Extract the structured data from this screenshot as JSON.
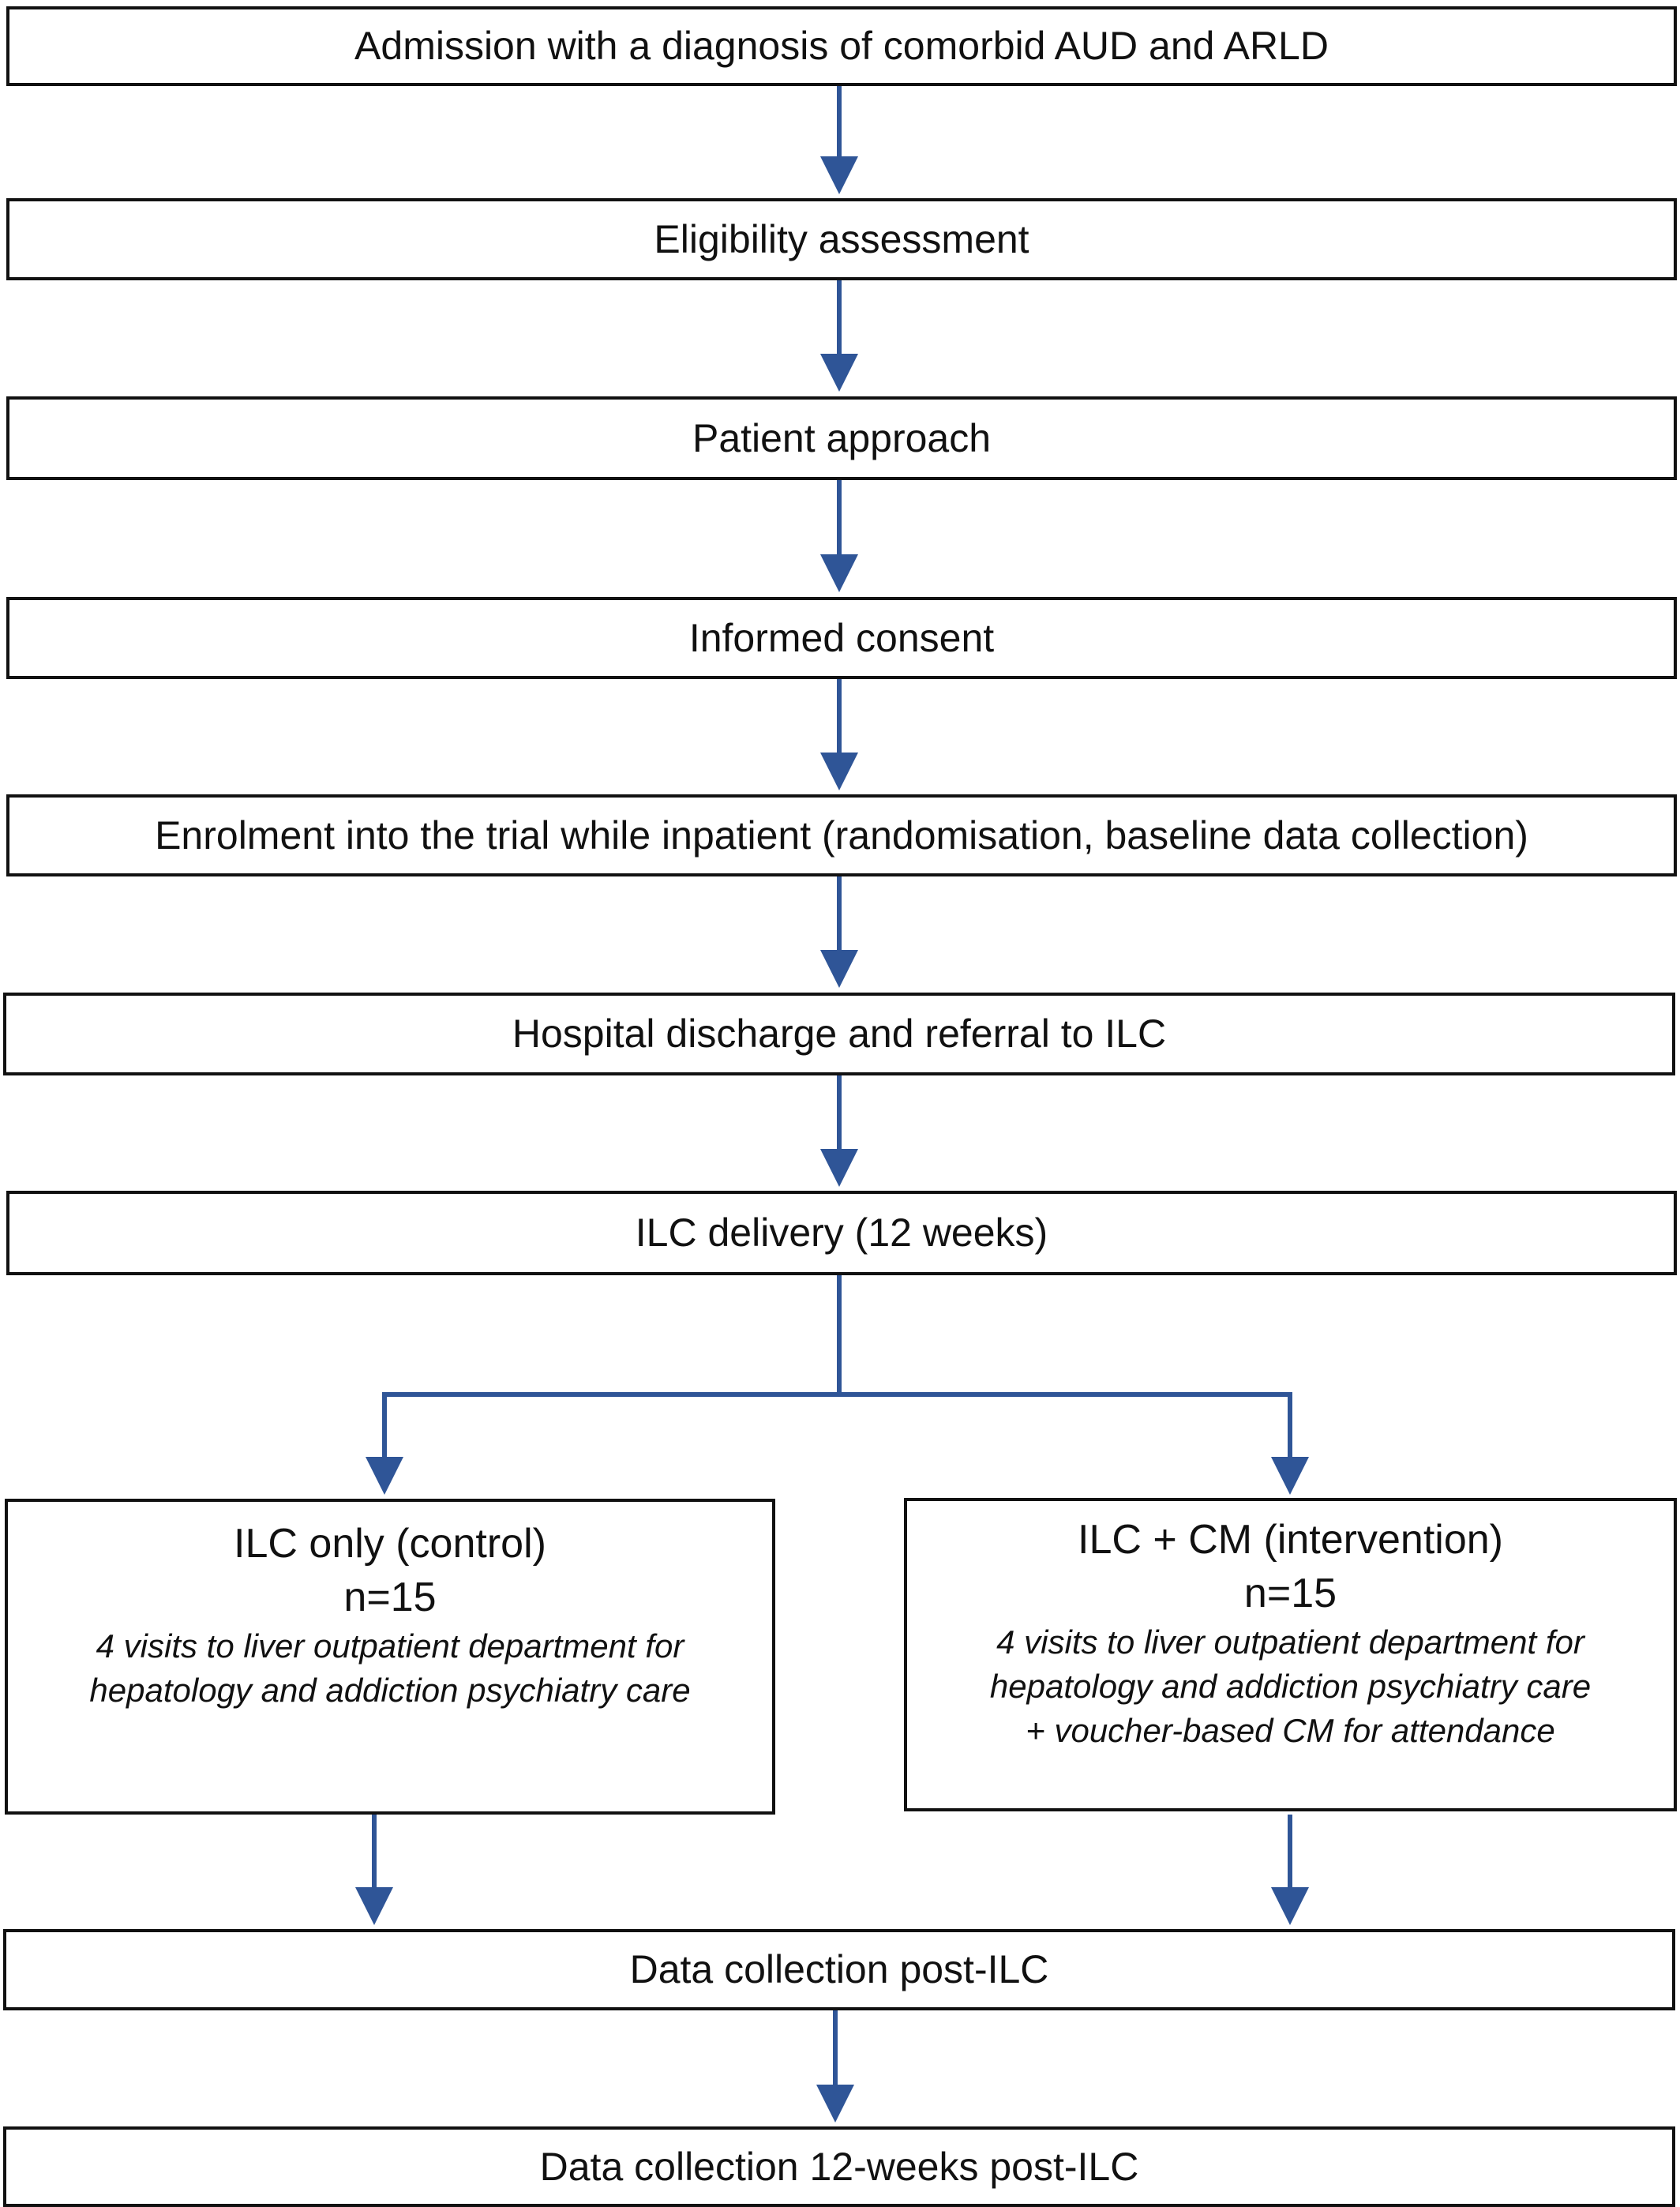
{
  "steps": [
    "Admission with a diagnosis of comorbid AUD and ARLD",
    "Eligibility assessment",
    "Patient approach",
    "Informed consent",
    "Enrolment into the trial while inpatient (randomisation, baseline data collection)",
    "Hospital discharge and referral to ILC",
    "ILC delivery (12 weeks)"
  ],
  "arms": {
    "control": {
      "title": "ILC only (control)",
      "n": "n=15",
      "lines": [
        "4 visits to liver outpatient department for",
        "hepatology and addiction psychiatry care"
      ]
    },
    "intervention": {
      "title": "ILC + CM (intervention)",
      "n": "n=15",
      "lines": [
        "4 visits to liver outpatient department for",
        "hepatology and addiction psychiatry care",
        "+ voucher-based CM for attendance"
      ]
    }
  },
  "followup": [
    "Data collection post-ILC",
    "Data collection 12-weeks post-ILC"
  ],
  "colors": {
    "arrow": "#2f5597",
    "border": "#111111"
  }
}
